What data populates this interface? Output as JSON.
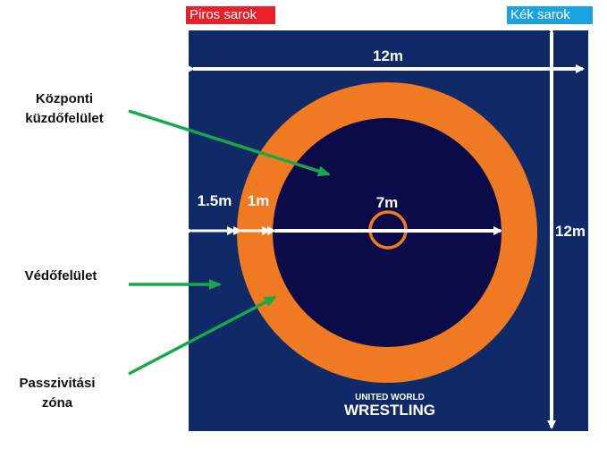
{
  "corners": {
    "red": "Piros sarok",
    "blue": "Kék sarok"
  },
  "labels": {
    "center_line1": "Központi",
    "center_line2": "küzdőfelület",
    "protection": "Védőfelület",
    "passive_line1": "Passzivitási",
    "passive_line2": "zóna"
  },
  "dimensions": {
    "width": "12m",
    "height": "12m",
    "protection_width": "1.5m",
    "passivity_width": "1m",
    "inner_diameter": "7m"
  },
  "logo": {
    "line1": "UNITED WORLD",
    "line2": "WRESTLING"
  },
  "colors": {
    "mat": "#0f2a66",
    "inner": "#0b0b4a",
    "orange": "#f07a21",
    "arrow_white": "#ffffff",
    "pointer_green": "#17a84a",
    "red_corner": "#e8202a",
    "blue_corner": "#1aa3e0"
  }
}
